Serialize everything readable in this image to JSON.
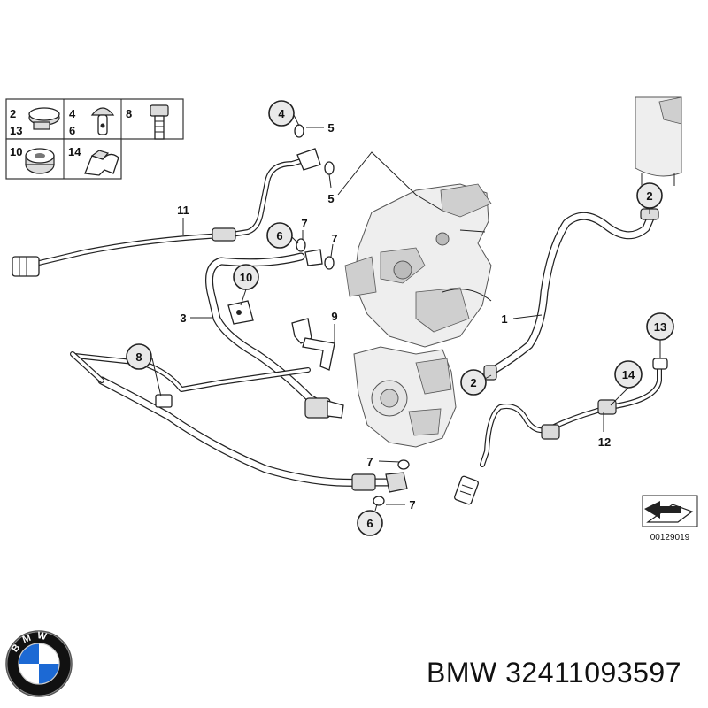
{
  "legend": {
    "rows": [
      {
        "labels": [
          "2",
          "13"
        ]
      },
      {
        "labels": [
          "4",
          "6"
        ]
      },
      {
        "labels": [
          "8"
        ]
      },
      {
        "labels": [
          "10"
        ]
      },
      {
        "labels": [
          "14"
        ]
      }
    ]
  },
  "callouts": [
    {
      "label": "4"
    },
    {
      "label": "5"
    },
    {
      "label": "5"
    },
    {
      "label": "11"
    },
    {
      "label": "6"
    },
    {
      "label": "7"
    },
    {
      "label": "7"
    },
    {
      "label": "10"
    },
    {
      "label": "3"
    },
    {
      "label": "9"
    },
    {
      "label": "8"
    },
    {
      "label": "2"
    },
    {
      "label": "1"
    },
    {
      "label": "2"
    },
    {
      "label": "13"
    },
    {
      "label": "14"
    },
    {
      "label": "12"
    },
    {
      "label": "7"
    },
    {
      "label": "7"
    },
    {
      "label": "6"
    }
  ],
  "reference_code": "00129019",
  "footer": {
    "brand": "BMW",
    "part_number": "32411093597"
  },
  "logo": {
    "letters": "BMW",
    "colors": {
      "blue": "#1c69d4",
      "ring": "#111111",
      "white": "#ffffff"
    }
  }
}
